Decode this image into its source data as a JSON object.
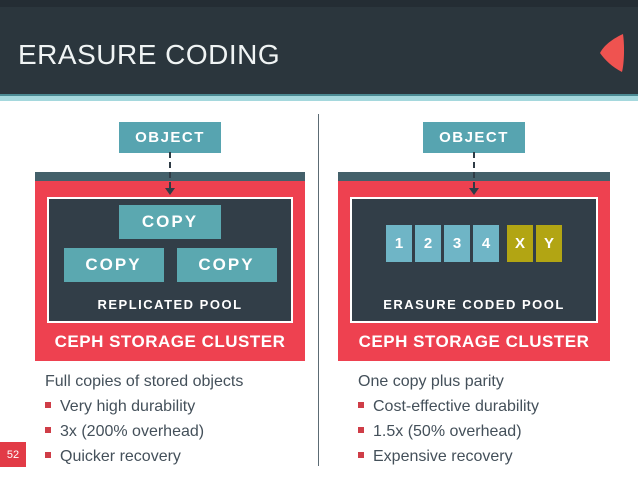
{
  "slide": {
    "title": "ERASURE CODING",
    "page_number": "52"
  },
  "left_panel": {
    "object_label": "OBJECT",
    "copies": [
      "COPY",
      "COPY",
      "COPY"
    ],
    "pool_label": "REPLICATED POOL",
    "cluster_label": "CEPH STORAGE CLUSTER",
    "summary": "Full copies of stored objects",
    "bullets": [
      "Very high durability",
      "3x (200% overhead)",
      "Quicker recovery"
    ]
  },
  "right_panel": {
    "object_label": "OBJECT",
    "chunks": [
      {
        "label": "1",
        "type": "data"
      },
      {
        "label": "2",
        "type": "data"
      },
      {
        "label": "3",
        "type": "data"
      },
      {
        "label": "4",
        "type": "data"
      },
      {
        "label": "X",
        "type": "parity"
      },
      {
        "label": "Y",
        "type": "parity"
      }
    ],
    "pool_label": "ERASURE CODED POOL",
    "cluster_label": "CEPH STORAGE CLUSTER",
    "summary": "One copy plus parity",
    "bullets": [
      "Cost-effective durability",
      "1.5x (50% overhead)",
      "Expensive recovery"
    ]
  },
  "colors": {
    "header_bg": "#2b363d",
    "accent_red": "#ee4150",
    "object_teal": "#57a4b0",
    "copy_teal": "#5ba8b0",
    "chunk_data_blue": "#6fb5c6",
    "chunk_parity_olive": "#b2a513",
    "pool_dark": "#323e48",
    "cluster_strip_teal": "#44606a",
    "underline_teal": "#a5d8dd",
    "bullet_red": "#cf3d47",
    "page_badge_red": "#e23b46",
    "body_text": "#44505a"
  }
}
